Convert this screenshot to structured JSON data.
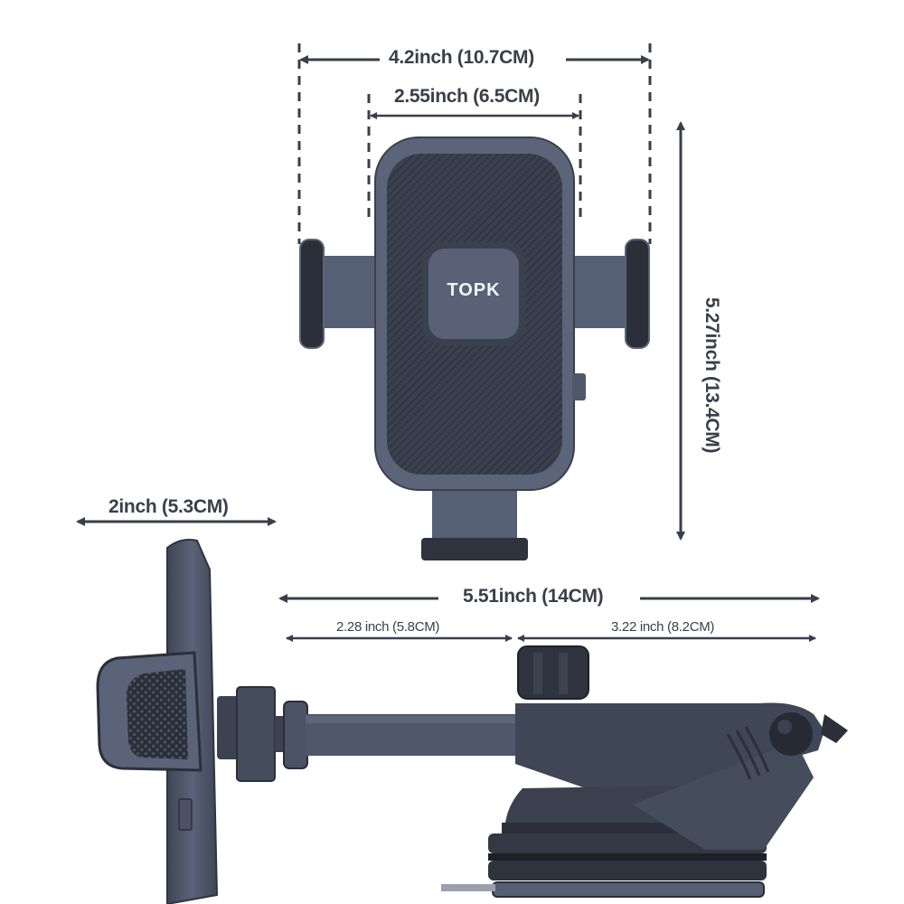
{
  "product": {
    "brand": "TOPK",
    "description": "Car phone holder dimension diagram (front view and side view)"
  },
  "dimensions": {
    "total_width": {
      "label": "4.2inch (10.7CM)",
      "inch": 4.2,
      "cm": 10.7
    },
    "cradle_width": {
      "label": "2.55inch (6.5CM)",
      "inch": 2.55,
      "cm": 6.5
    },
    "total_height": {
      "label": "5.27inch (13.4CM)",
      "inch": 5.27,
      "cm": 13.4
    },
    "depth": {
      "label": "2inch (5.3CM)",
      "inch": 2,
      "cm": 5.3
    },
    "arm_length": {
      "label": "5.51inch (14CM)",
      "inch": 5.51,
      "cm": 14
    },
    "arm_segment_1": {
      "label": "2.28 inch (5.8CM)",
      "inch": 2.28,
      "cm": 5.8
    },
    "arm_segment_2": {
      "label": "3.22 inch (8.2CM)",
      "inch": 3.22,
      "cm": 8.2
    }
  },
  "colors": {
    "line": "#3b3e4a",
    "device_body": "#4a5264",
    "device_dark": "#2b2f3a",
    "device_light": "#6a7386",
    "background": "#ffffff"
  }
}
